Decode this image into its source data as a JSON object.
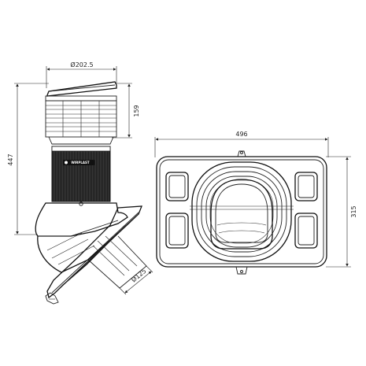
{
  "dimensions": {
    "top_diameter": "Ø202.5",
    "cap_height": "159",
    "total_height": "447",
    "pipe_diameter": "Ø125",
    "base_width": "496",
    "base_height": "315"
  },
  "brand": {
    "logo_text": "WIRPLAST"
  },
  "colors": {
    "stroke": "#222222",
    "body_dark": "#1a1a1a",
    "background": "#ffffff"
  }
}
